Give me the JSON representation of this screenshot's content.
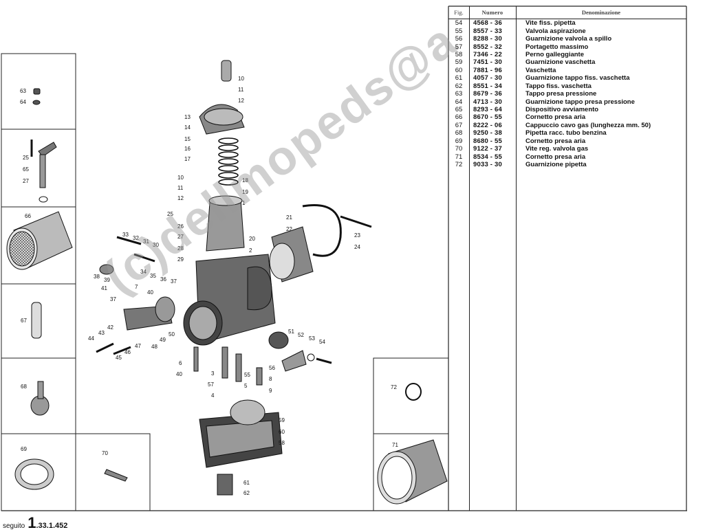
{
  "table": {
    "headers": {
      "fig": "Fig.",
      "number": "Numero",
      "description": "Denominazione"
    },
    "rows": [
      {
        "fig": "54",
        "number": "4568 - 36",
        "description": "Vite fiss. pipetta"
      },
      {
        "fig": "55",
        "number": "8557 - 33",
        "description": "Valvola aspirazione"
      },
      {
        "fig": "56",
        "number": "8288 - 30",
        "description": "Guarnizione valvola a spillo"
      },
      {
        "fig": "57",
        "number": "8552 - 32",
        "description": "Portagetto massimo"
      },
      {
        "fig": "58",
        "number": "7346 - 22",
        "description": "Perno galleggiante"
      },
      {
        "fig": "59",
        "number": "7451 - 30",
        "description": "Guarnizione vaschetta"
      },
      {
        "fig": "60",
        "number": "7881 - 96",
        "description": "Vaschetta"
      },
      {
        "fig": "61",
        "number": "4057 - 30",
        "description": "Guarnizione tappo fiss. vaschetta"
      },
      {
        "fig": "62",
        "number": "8551 - 34",
        "description": "Tappo fiss. vaschetta"
      },
      {
        "fig": "63",
        "number": "8679 - 36",
        "description": "Tappo presa pressione"
      },
      {
        "fig": "64",
        "number": "4713 - 30",
        "description": "Guarnizione tappo presa pressione"
      },
      {
        "fig": "65",
        "number": "8293 - 64",
        "description": "Dispositivo avviamento"
      },
      {
        "fig": "66",
        "number": "8670 - 55",
        "description": "Cornetto presa aria"
      },
      {
        "fig": "67",
        "number": "8222 - 06",
        "description": "Cappuccio cavo gas (lunghezza mm. 50)"
      },
      {
        "fig": "68",
        "number": "9250 - 38",
        "description": "Pipetta racc. tubo benzina"
      },
      {
        "fig": "69",
        "number": "8680 - 55",
        "description": "Cornetto presa aria"
      },
      {
        "fig": "70",
        "number": "9122 - 37",
        "description": "Vite reg. valvola gas"
      },
      {
        "fig": "71",
        "number": "8534 - 55",
        "description": "Cornetto presa aria"
      },
      {
        "fig": "72",
        "number": "9033 - 30",
        "description": "Guarnizione pipetta"
      }
    ]
  },
  "footer": {
    "prefix": "seguito",
    "big": "1",
    "code": ".33.1.452"
  },
  "watermark": "(c)dellmopeds@a",
  "diagram_labels": {
    "left_panels": [
      "63",
      "64",
      "25",
      "65",
      "27",
      "66",
      "67",
      "68",
      "69"
    ],
    "bottom_box": "70",
    "right_boxes": [
      "72",
      "71"
    ],
    "main": [
      "10",
      "11",
      "12",
      "13",
      "14",
      "15",
      "16",
      "17",
      "18",
      "19",
      "1",
      "20",
      "2",
      "10",
      "11",
      "12",
      "25",
      "26",
      "27",
      "28",
      "29",
      "3",
      "4",
      "5",
      "6",
      "40",
      "21",
      "22",
      "23",
      "24",
      "33",
      "32",
      "31",
      "30",
      "34",
      "35",
      "36",
      "37",
      "38",
      "39",
      "7",
      "41",
      "37",
      "40",
      "42",
      "43",
      "44",
      "45",
      "46",
      "47",
      "48",
      "49",
      "50",
      "51",
      "52",
      "53",
      "54",
      "55",
      "56",
      "57",
      "8",
      "9",
      "59",
      "60",
      "58",
      "61",
      "62"
    ]
  },
  "colors": {
    "ink": "#111111",
    "paper": "#ffffff",
    "watermark": "#969696"
  }
}
